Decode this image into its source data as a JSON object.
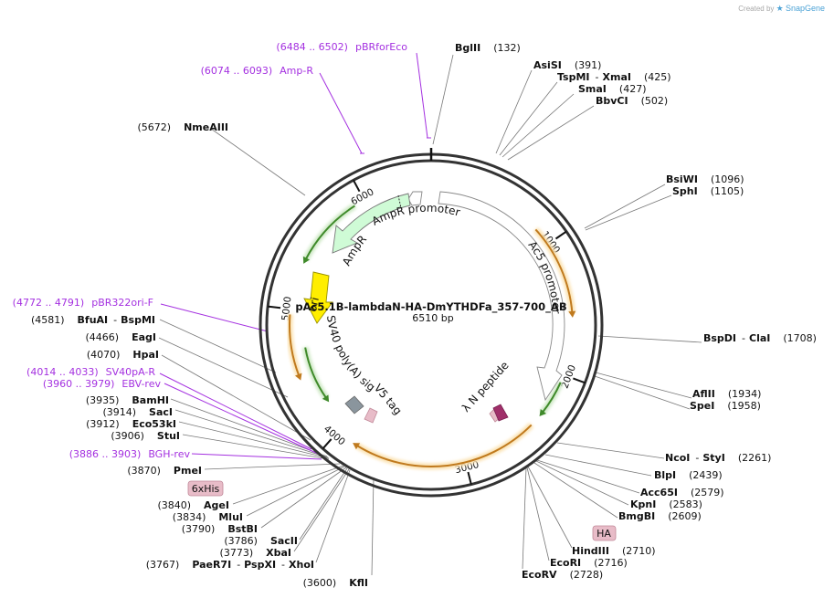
{
  "branding": {
    "created_by": "Created by",
    "app": "SnapGene"
  },
  "plasmid": {
    "name": "pAc5.1B-lambdaN-HA-DmYTHDFa_357-700_AB",
    "length": "6510 bp"
  },
  "ruler": [
    "1000",
    "2000",
    "3000",
    "4000",
    "5000",
    "6000"
  ],
  "enzymes": [
    {
      "id": "bglii",
      "name": "BglII",
      "pos": "(132)"
    },
    {
      "id": "asisi",
      "name": "AsiSI",
      "pos": "(391)"
    },
    {
      "id": "tspmi",
      "name": "TspMI",
      "name2": "XmaI",
      "pos": "(425)"
    },
    {
      "id": "smai",
      "name": "SmaI",
      "pos": "(427)"
    },
    {
      "id": "bbvci",
      "name": "BbvCI",
      "pos": "(502)"
    },
    {
      "id": "bsiwi",
      "name": "BsiWI",
      "pos": "(1096)"
    },
    {
      "id": "sphi",
      "name": "SphI",
      "pos": "(1105)"
    },
    {
      "id": "bspdi",
      "name": "BspDI",
      "name2": "ClaI",
      "pos": "(1708)"
    },
    {
      "id": "aflii",
      "name": "AflII",
      "pos": "(1934)"
    },
    {
      "id": "spei",
      "name": "SpeI",
      "pos": "(1958)"
    },
    {
      "id": "ncoi",
      "name": "NcoI",
      "name2": "StyI",
      "pos": "(2261)"
    },
    {
      "id": "blpi",
      "name": "BlpI",
      "pos": "(2439)"
    },
    {
      "id": "acc65i",
      "name": "Acc65I",
      "pos": "(2579)"
    },
    {
      "id": "kpni",
      "name": "KpnI",
      "pos": "(2583)"
    },
    {
      "id": "bmgbi",
      "name": "BmgBI",
      "pos": "(2609)"
    },
    {
      "id": "hindiii",
      "name": "HindIII",
      "pos": "(2710)"
    },
    {
      "id": "ecori",
      "name": "EcoRI",
      "pos": "(2716)"
    },
    {
      "id": "ecorv",
      "name": "EcoRV",
      "pos": "(2728)"
    },
    {
      "id": "kfli",
      "name": "KflI",
      "pos": "(3600)"
    },
    {
      "id": "paer7i",
      "name": "PaeR7I",
      "name2": "PspXI",
      "name3": "XhoI",
      "pos": "(3767)"
    },
    {
      "id": "xbai",
      "name": "XbaI",
      "pos": "(3773)"
    },
    {
      "id": "sacii",
      "name": "SacII",
      "pos": "(3786)"
    },
    {
      "id": "bstbi",
      "name": "BstBI",
      "pos": "(3790)"
    },
    {
      "id": "mlui",
      "name": "MluI",
      "pos": "(3834)"
    },
    {
      "id": "agei",
      "name": "AgeI",
      "pos": "(3840)"
    },
    {
      "id": "pmei",
      "name": "PmeI",
      "pos": "(3870)"
    },
    {
      "id": "stui",
      "name": "StuI",
      "pos": "(3906)"
    },
    {
      "id": "eco53ki",
      "name": "Eco53kI",
      "pos": "(3912)"
    },
    {
      "id": "saci",
      "name": "SacI",
      "pos": "(3914)"
    },
    {
      "id": "bamhi",
      "name": "BamHI",
      "pos": "(3935)"
    },
    {
      "id": "hpai",
      "name": "HpaI",
      "pos": "(4070)"
    },
    {
      "id": "eagi",
      "name": "EagI",
      "pos": "(4466)"
    },
    {
      "id": "bfuai",
      "name": "BfuAI",
      "name2": "BspMI",
      "pos": "(4581)"
    },
    {
      "id": "nmeaiii",
      "name": "NmeAIII",
      "pos": "(5672)"
    }
  ],
  "primers": [
    {
      "id": "pbrforeco",
      "range": "(6484 .. 6502)",
      "name": "pBRforEco"
    },
    {
      "id": "ampr",
      "range": "(6074 .. 6093)",
      "name": "Amp-R"
    },
    {
      "id": "pbr322ori",
      "range": "(4772 .. 4791)",
      "name": "pBR322ori-F"
    },
    {
      "id": "sv40pa",
      "range": "(4014 .. 4033)",
      "name": "SV40pA-R"
    },
    {
      "id": "ebvrev",
      "range": "(3960 .. 3979)",
      "name": "EBV-rev"
    },
    {
      "id": "bghrev",
      "range": "(3886 .. 3903)",
      "name": "BGH-rev"
    }
  ],
  "features": {
    "ampr_promoter": "AmpR promoter",
    "ampr": "AmpR",
    "ori": "ori",
    "sv40": "SV40 poly(A) signal",
    "v5": "V5 tag",
    "ac5": "Ac5 promoter",
    "lambda_n": "λ N peptide",
    "his": "6xHis",
    "ha": "HA"
  },
  "colors": {
    "primer": "#a430e0",
    "orf": "#e8a33a",
    "orf_glow": "#fbe3b4",
    "marker": "#cfe9c6",
    "ori": "#ffee00",
    "tag_fill": "#e8bcc8",
    "tag_stroke": "#c08898",
    "lambda": "#a0306a",
    "promoter": "#ffffff"
  }
}
